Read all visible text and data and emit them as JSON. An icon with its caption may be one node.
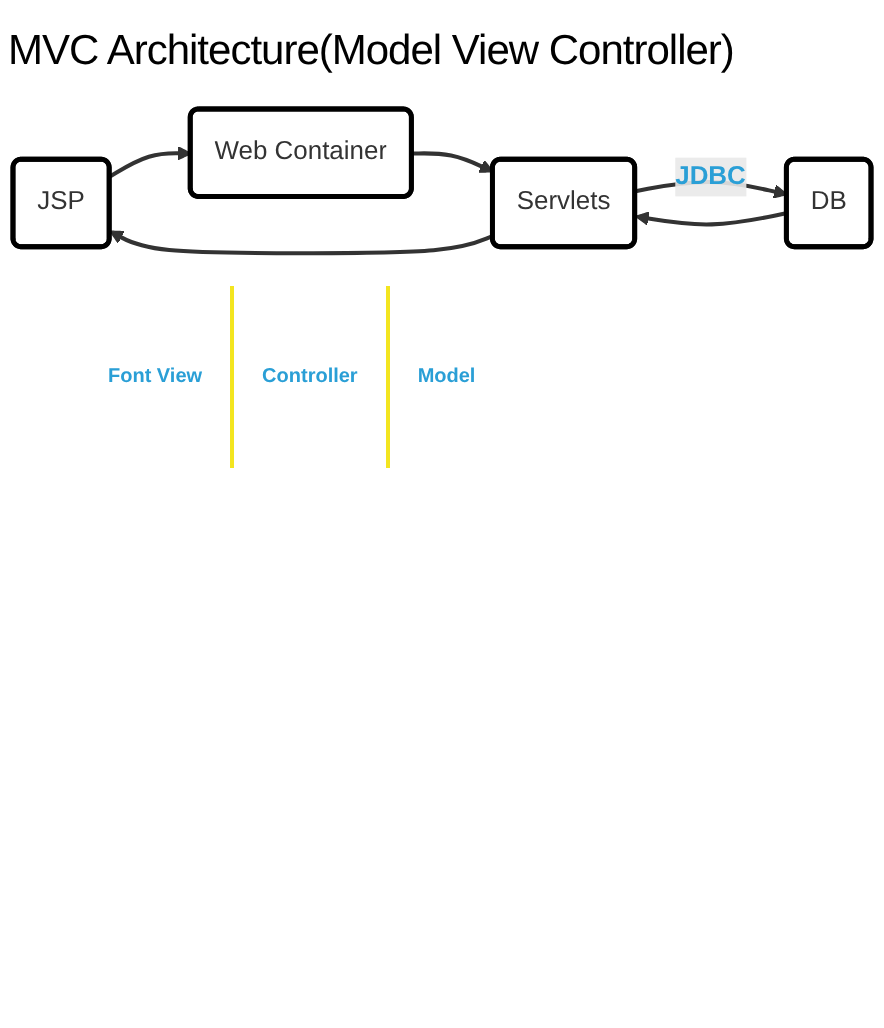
{
  "diagram": {
    "title": "MVC Architecture(Model View Controller)",
    "nodes": [
      {
        "text": [
          "JSP"
        ]
      },
      {
        "text": [
          "Web Container"
        ]
      },
      {
        "text": [
          "Servlets"
        ]
      },
      {
        "text": [
          "DB"
        ]
      }
    ],
    "edges": [
      {
        "from": 0,
        "to": 1,
        "arrow": "to"
      },
      {
        "from": 1,
        "to": 2,
        "arrow": "to"
      },
      {
        "from": 2,
        "to": 3,
        "arrow": "to",
        "label": "JDBC"
      },
      {
        "from": 2,
        "to": 0,
        "arrow": "to"
      },
      {
        "from": 3,
        "to": 2,
        "arrow": "to"
      }
    ],
    "labels": [
      "Font View",
      "Controller",
      "Model"
    ]
  }
}
